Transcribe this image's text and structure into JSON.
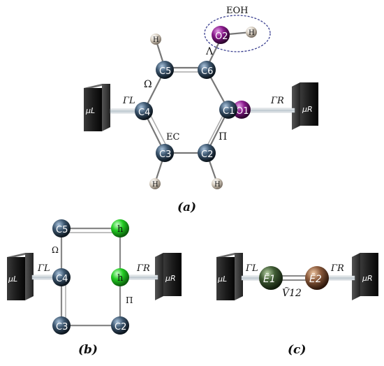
{
  "panel_a": {
    "label": "(a)",
    "atoms": {
      "c1": "C1",
      "c2": "C2",
      "c3": "C3",
      "c4": "C4",
      "c5": "C5",
      "c6": "C6",
      "o1": "O1",
      "o2": "O2",
      "h": "H"
    },
    "annotations": {
      "e_oh": "EOH",
      "omega": "Ω",
      "lambda": "Λ",
      "pi": "Π",
      "e_c": "EC",
      "gamma_l": "ΓL",
      "gamma_r": "ΓR",
      "mu_l": "μL",
      "mu_r": "μR"
    }
  },
  "panel_b": {
    "label": "(b)",
    "atoms": {
      "c5": "C5",
      "c4": "C4",
      "c3": "C3",
      "c2": "C2",
      "h": "h"
    },
    "annotations": {
      "omega": "Ω",
      "pi": "Π",
      "gamma_l": "ΓL",
      "gamma_r": "ΓR",
      "mu_l": "μL",
      "mu_r": "μR"
    }
  },
  "panel_c": {
    "label": "(c)",
    "atoms": {
      "e1": "Ẽ1",
      "e2": "Ẽ2"
    },
    "annotations": {
      "v12": "Ṽ12",
      "gamma_l": "ΓL",
      "gamma_r": "ΓR",
      "mu_l": "μL",
      "mu_r": "μR"
    }
  },
  "colors": {
    "carbon": "#3d5770",
    "oxygen": "#8a1a8c",
    "hydrogen": "#d8cfc2",
    "h_site": "#22cc22",
    "e1_site": "#3f5b34",
    "e2_site": "#8a5a3c",
    "electrode": "#222222"
  }
}
